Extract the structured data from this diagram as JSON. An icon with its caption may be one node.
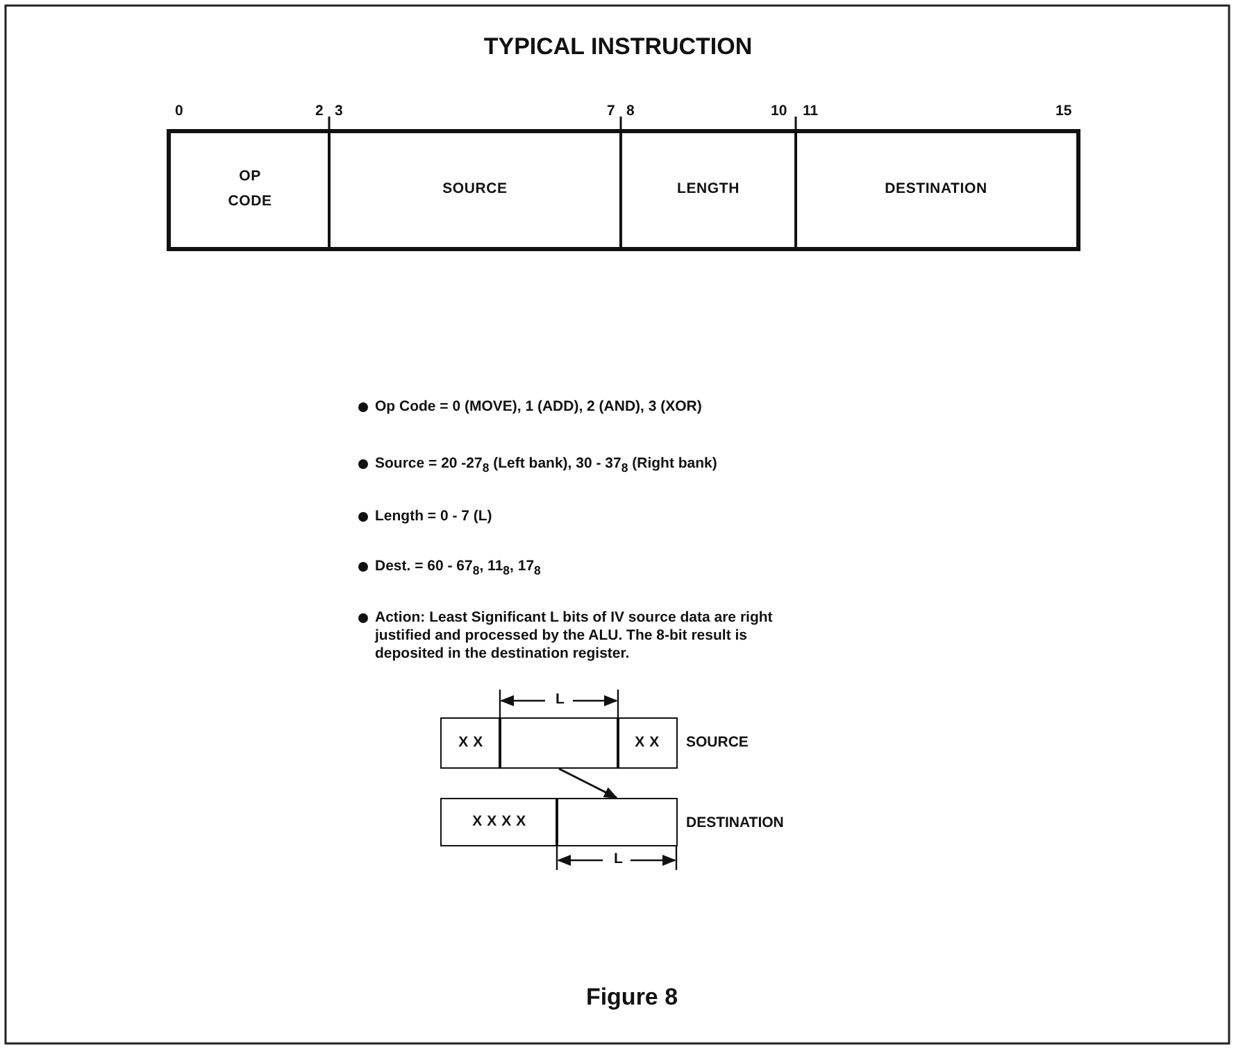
{
  "diagram": {
    "title": "TYPICAL INSTRUCTION",
    "caption": "Figure 8",
    "nodes": [
      {
        "text": [
          "OP CODE"
        ]
      },
      {
        "text": [
          "SOURCE"
        ]
      },
      {
        "text": [
          "LENGTH"
        ]
      },
      {
        "text": [
          "DESTINATION"
        ]
      },
      {
        "text": [
          "X X"
        ]
      },
      {
        "text": [],
        "shape": "box"
      },
      {
        "text": [
          "X X"
        ]
      },
      {
        "text": [
          "X X X X"
        ]
      },
      {
        "text": [],
        "shape": "box"
      }
    ],
    "edges": [
      {
        "from": 5,
        "to": 8,
        "arrow": "to"
      }
    ],
    "labels": [
      "0",
      "2",
      "3",
      "7",
      "8",
      "10",
      "11",
      "15",
      "Op Code = 0 (MOVE), 1 (ADD), 2 (AND), 3 (XOR)",
      "Source = 20 -27$_{8}$ (Left bank), 30 - 37$_{8}$ (Right bank)",
      "Length = 0 - 7 (L)",
      "Dest. = 60 - 67$_{8}$, 11$_{8}$, 17$_{8}$",
      "Action: Least Significant L bits of IV source data are right justified and processed by the ALU. The 8-bit result is deposited in the destination register.",
      "L",
      "SOURCE",
      "DESTINATION",
      "L"
    ]
  }
}
